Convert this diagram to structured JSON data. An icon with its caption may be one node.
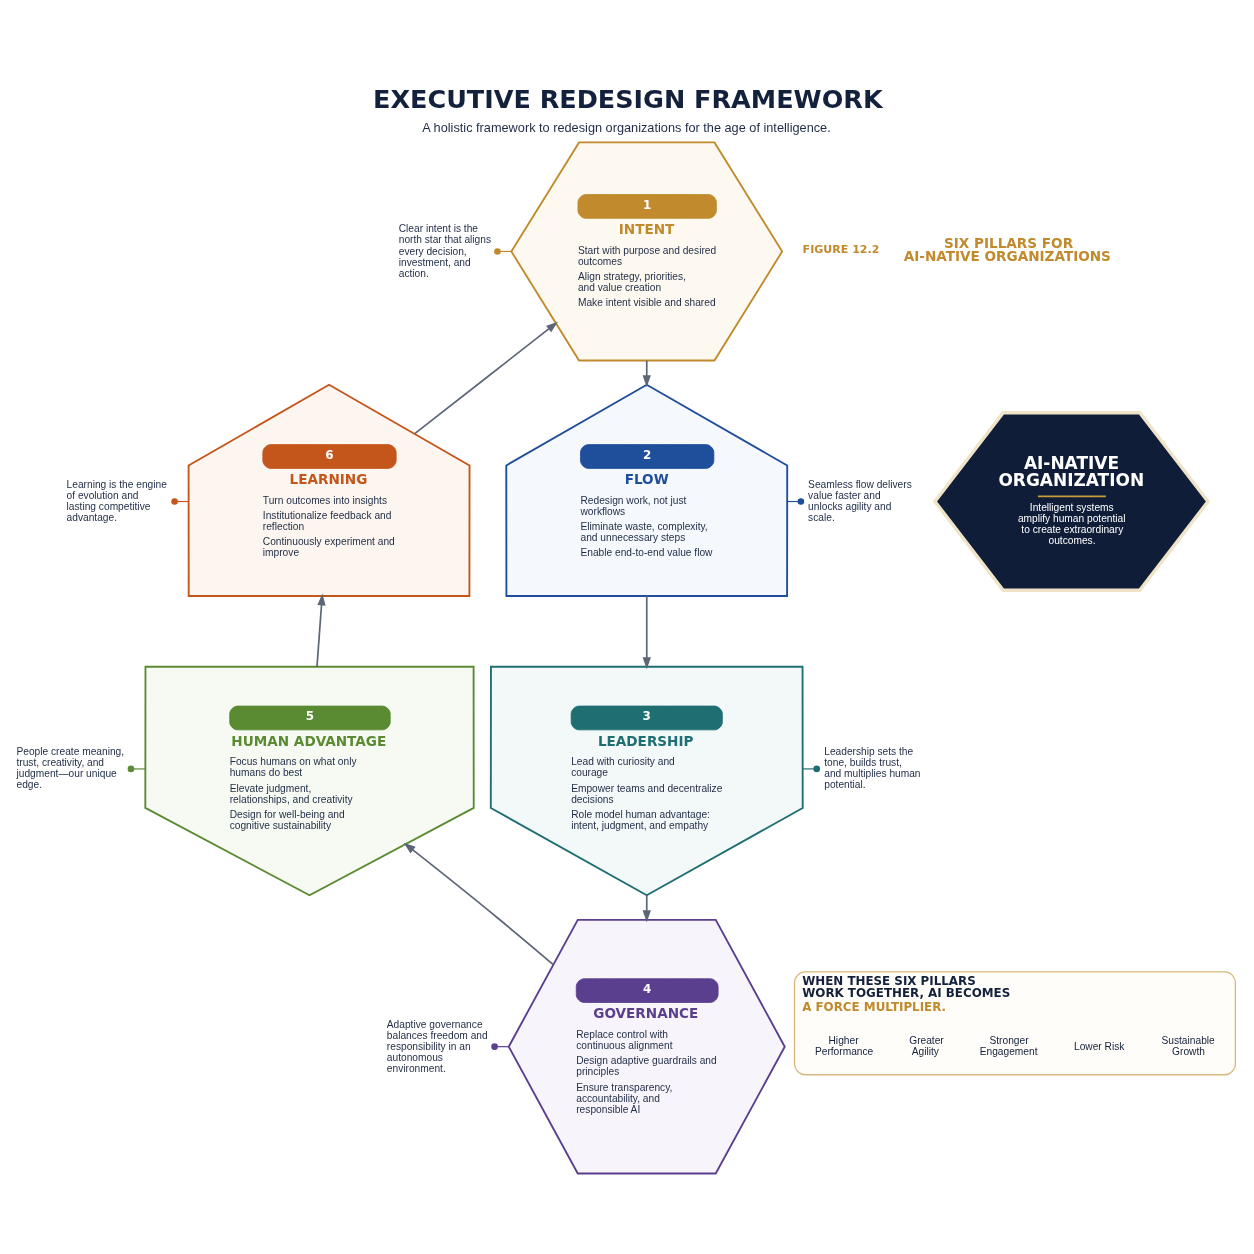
{
  "diagram": {
    "title": "EXECUTIVE REDESIGN FRAMEWORK",
    "caption": "A holistic framework to redesign organizations for the age of intelligence.",
    "nodes": [
      {
        "text": [
          "Clear intent is the north star that aligns every decision, investment, and action."
        ]
      },
      {
        "text": [
          "1",
          "INTENT",
          "Start with purpose and desired outcomes",
          "Align strategy, priorities, and value creation",
          "Make intent visible and shared"
        ]
      },
      {
        "text": [
          "6",
          "LEARNING",
          "Turn outcomes into insights",
          "Institutionalize feedback and reflection",
          "Continuously experiment and improve"
        ]
      },
      {
        "text": [
          "2",
          "FLOW",
          "Redesign work, not just workflows",
          "Eliminate waste, complexity, and unnecessary steps",
          "Enable end-to-end value flow"
        ]
      },
      {
        "text": [
          "Learning is the engine of evolution and lasting competitive advantage."
        ]
      },
      {
        "text": [
          "Seamless flow delivers value faster and unlocks agility and scale."
        ]
      },
      {
        "text": [
          "AI-NATIVE ORGANIZATION",
          "Intelligent systems amplify human potential to create extraordinary outcomes."
        ]
      },
      {
        "text": [
          "5",
          "HUMAN ADVANTAGE",
          "Focus humans on what only humans do best",
          "Elevate judgment, relationships, and creativity",
          "Design for well-being and cognitive sustainability"
        ]
      },
      {
        "text": [
          "3",
          "LEADERSHIP",
          "Lead with curiosity and courage",
          "Empower teams and decentralize decisions",
          "Role model human advantage: intent, judgment, and empathy"
        ]
      },
      {
        "text": [
          "People create meaning, trust, creativity, and judgment—our unique edge."
        ]
      },
      {
        "text": [
          "Leadership sets the tone, builds trust, and multiplies human potential."
        ]
      },
      {
        "text": [
          "4",
          "GOVERNANCE",
          "Replace control with continuous alignment",
          "Design adaptive guardrails and principles",
          "Ensure transparency, accountability, and responsible AI"
        ]
      },
      {
        "text": [
          "Adaptive governance balances freedom and responsibility in an autonomous environment."
        ]
      },
      {
        "text": [
          "WHEN THESE SIX PILLARS WORK TOGETHER, AI BECOMES",
          "A FORCE MULTIPLIER."
        ]
      },
      {
        "text": [
          "Higher Performance"
        ],
        "in": 13
      },
      {
        "text": [
          "Greater Agility"
        ],
        "in": 13
      },
      {
        "text": [
          "Stronger Engagement"
        ],
        "in": 13
      },
      {
        "text": [
          "Lower Risk"
        ],
        "in": 13
      },
      {
        "text": [
          "Sustainable Growth"
        ],
        "in": 13
      }
    ],
    "edges": [
      {
        "from": 11,
        "to": 7,
        "arrow": "to"
      },
      {
        "from": 7,
        "to": 2,
        "arrow": "to"
      },
      {
        "from": 2,
        "to": 1,
        "arrow": "to"
      },
      {
        "from": 1,
        "to": 3,
        "arrow": "to"
      },
      {
        "from": 3,
        "to": 8,
        "arrow": "to"
      },
      {
        "from": 8,
        "to": 11,
        "arrow": "to"
      },
      {
        "from": 0,
        "to": 1,
        "arrow": "other",
        "color": "#c08a2d"
      },
      {
        "from": 4,
        "to": 2,
        "arrow": "other",
        "color": "#c4561c"
      },
      {
        "from": 5,
        "to": 3,
        "arrow": "other",
        "color": "#1f4e9a"
      },
      {
        "from": 9,
        "to": 7,
        "arrow": "other",
        "color": "#5a8a32"
      },
      {
        "from": 10,
        "to": 8,
        "arrow": "other",
        "color": "#1e6e72"
      },
      {
        "from": 12,
        "to": 11,
        "arrow": "other",
        "color": "#5b3f8f"
      }
    ],
    "labels": [
      "FIGURE 12.2",
      "SIX PILLARS FOR AI-NATIVE ORGANIZATIONS"
    ]
  }
}
